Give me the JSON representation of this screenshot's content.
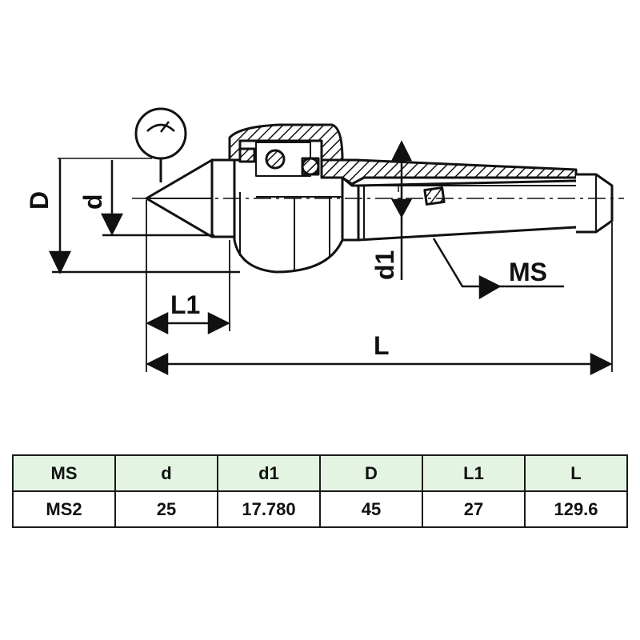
{
  "diagram": {
    "labels": {
      "D": "D",
      "d": "d",
      "d1": "d1",
      "L1": "L1",
      "L": "L",
      "MS": "MS"
    },
    "colors": {
      "line": "#111111",
      "table_header_bg": "#e3f4e3",
      "table_border": "#1a1a1a"
    }
  },
  "table": {
    "headers": [
      "MS",
      "d",
      "d1",
      "D",
      "L1",
      "L"
    ],
    "rows": [
      [
        "MS2",
        "25",
        "17.780",
        "45",
        "27",
        "129.6"
      ]
    ]
  }
}
